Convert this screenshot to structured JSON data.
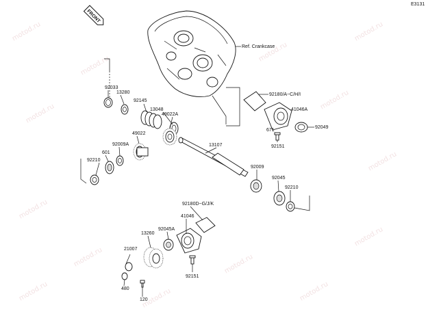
{
  "diagram": {
    "code": "E3131",
    "front_label": "FRONT",
    "reference": "Ref. Crankcase",
    "watermark": "motod.ru",
    "labels": {
      "p92033": "92033",
      "p13280": "13280",
      "p92145": "92145",
      "p13048": "13048",
      "p49022A": "49022A",
      "p49022": "49022",
      "p92009A": "92009A",
      "p601": "601",
      "p92210a": "92210",
      "p13107": "13107",
      "p92180A": "92180/A~C/H/I",
      "p41046A": "41046A",
      "p671": "671",
      "p92049": "92049",
      "p92151a": "92151",
      "p92009": "92009",
      "p92045": "92045",
      "p92210b": "92210",
      "p92180D": "92180D~G/J/K",
      "p41046": "41046",
      "p92045A": "92045A",
      "p13260": "13260",
      "p21007": "21007",
      "p92151b": "92151",
      "p480": "480",
      "p120": "120"
    }
  }
}
